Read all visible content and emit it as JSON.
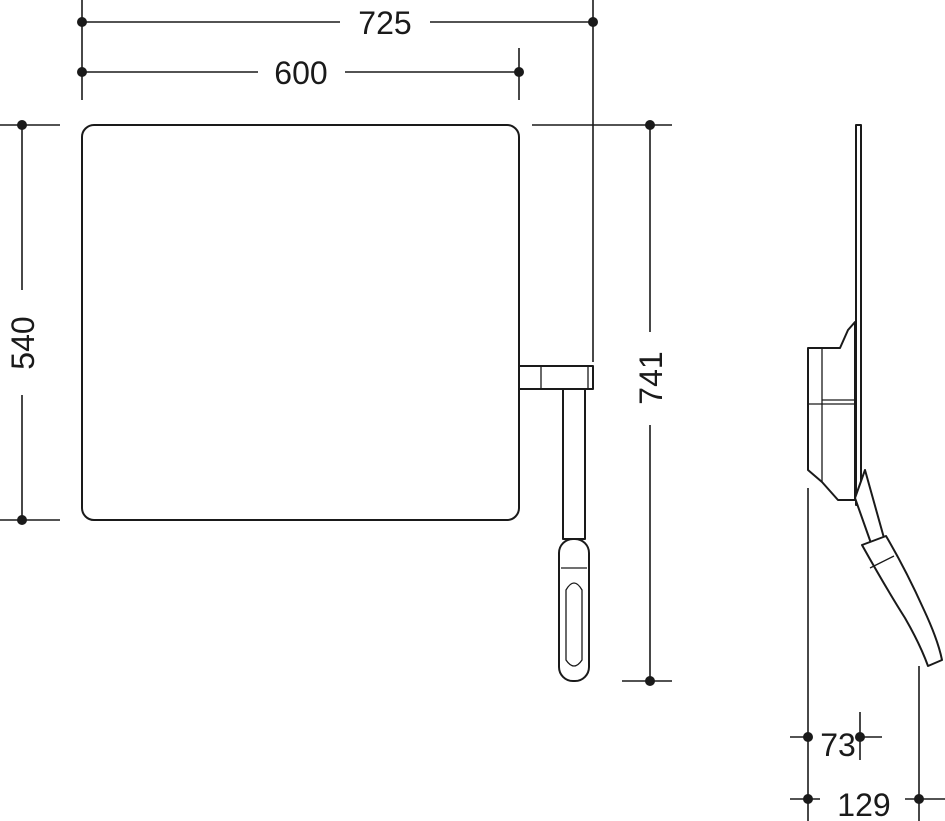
{
  "dimensions": {
    "overall_width": "725",
    "panel_width": "600",
    "panel_height": "540",
    "overall_height": "741",
    "wall_depth": "73",
    "total_depth": "129"
  },
  "colors": {
    "line": "#1a1a1a",
    "background": "#ffffff"
  }
}
